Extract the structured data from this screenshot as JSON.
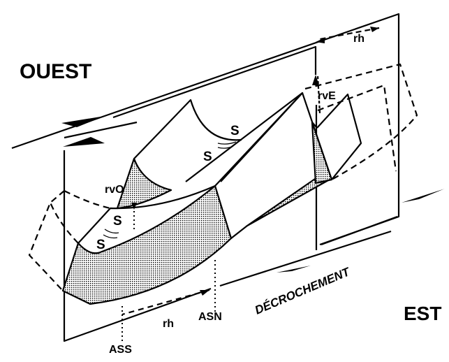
{
  "labels": {
    "west": "OUEST",
    "east": "EST",
    "strike_slip": "DÉCROCHEMENT",
    "rh_top": "rh",
    "rh_bottom": "rh",
    "rv_east": "rvE",
    "rv_west": "rvO",
    "as_north": "ASN",
    "as_south": "ASS",
    "s1": "S",
    "s2": "S",
    "s3": "S",
    "s4": "S"
  },
  "colors": {
    "ink": "#000000",
    "paper": "#ffffff"
  }
}
